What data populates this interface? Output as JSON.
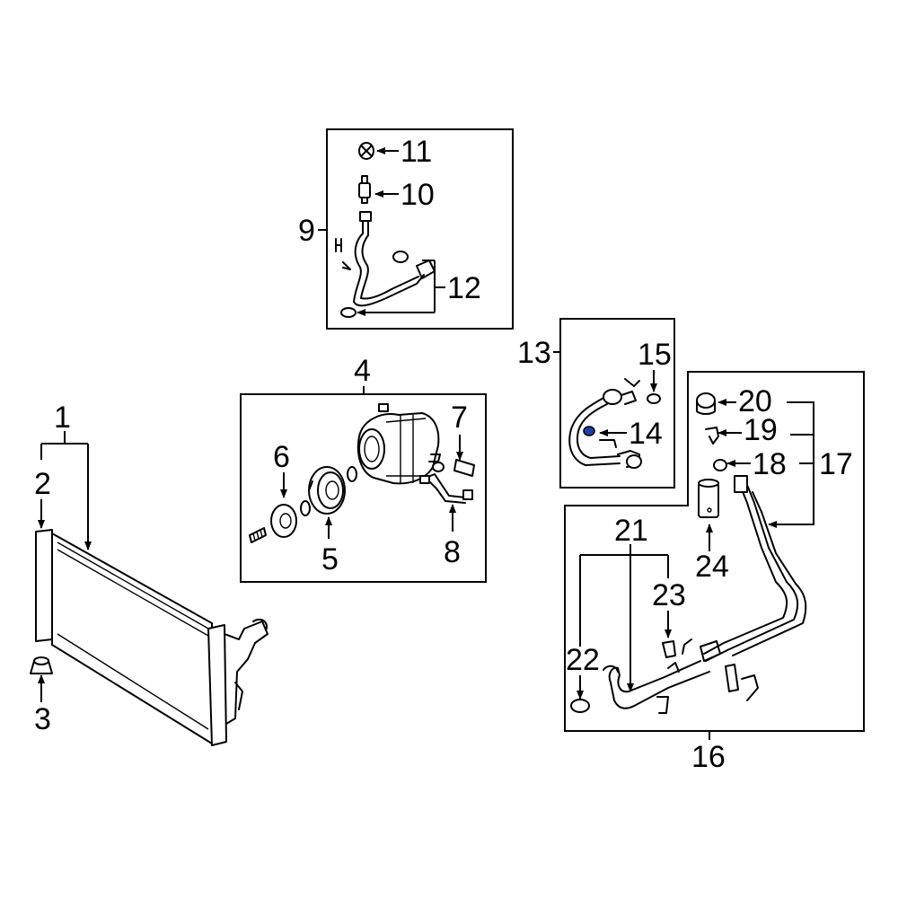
{
  "callouts": {
    "c1": "1",
    "c2": "2",
    "c3": "3",
    "c4": "4",
    "c5": "5",
    "c6": "6",
    "c7": "7",
    "c8": "8",
    "c9": "9",
    "c10": "10",
    "c11": "11",
    "c12": "12",
    "c13": "13",
    "c14": "14",
    "c15": "15",
    "c16": "16",
    "c17": "17",
    "c18": "18",
    "c19": "19",
    "c20": "20",
    "c21": "21",
    "c22": "22",
    "c23": "23",
    "c24": "24"
  },
  "colors": {
    "line": "#000000",
    "background": "#ffffff",
    "highlight": "#1f3fa8"
  }
}
